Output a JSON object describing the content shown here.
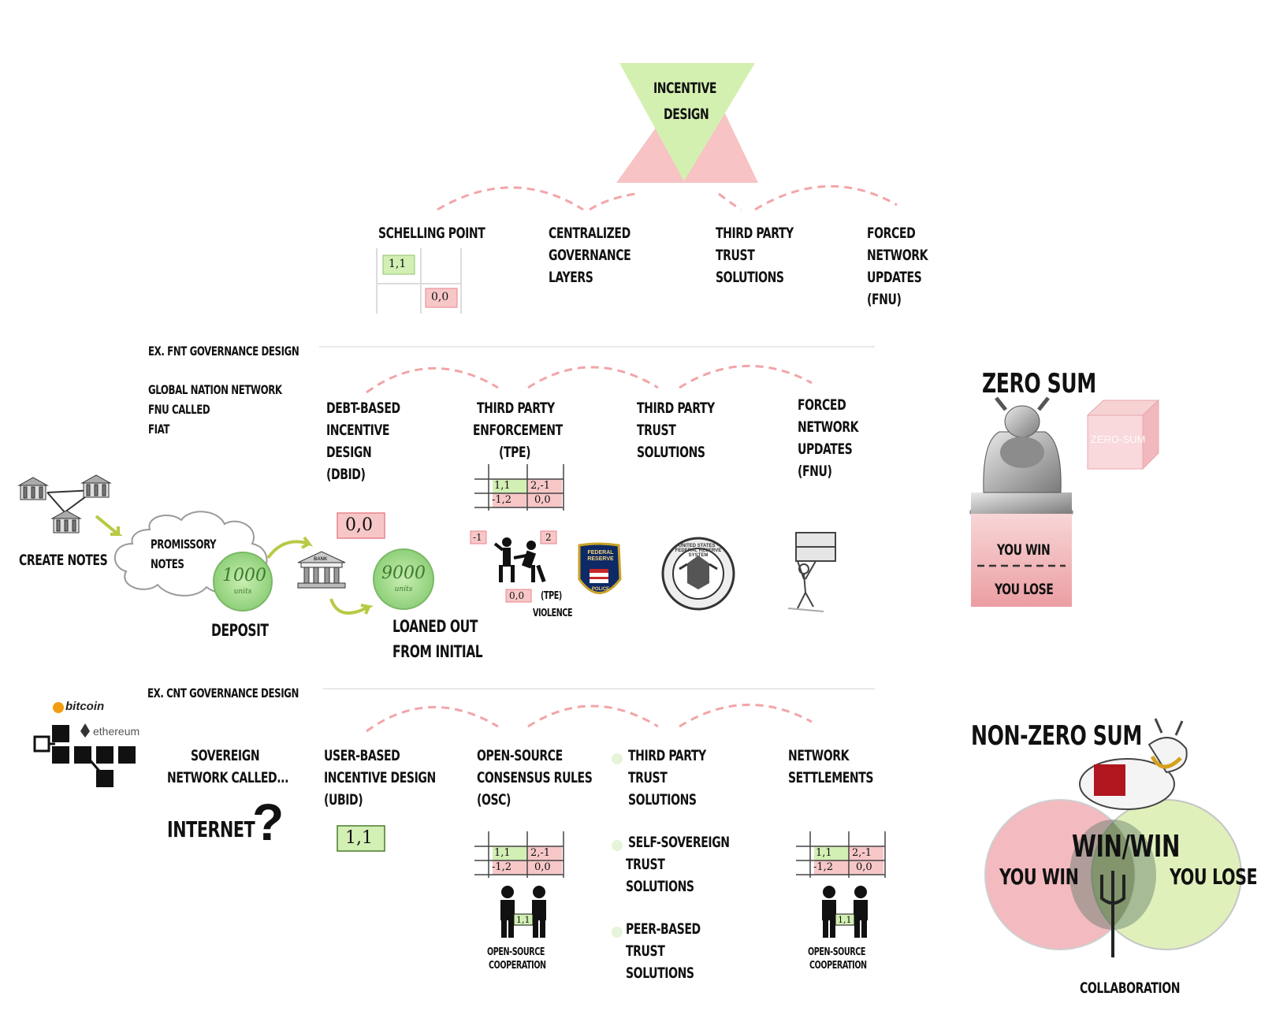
{
  "top": {
    "title_line1": "INCENTIVE",
    "title_line2": "DESIGN",
    "items": [
      {
        "lines": [
          "SCHELLING POINT"
        ]
      },
      {
        "lines": [
          "CENTRALIZED",
          "GOVERNANCE",
          "LAYERS"
        ]
      },
      {
        "lines": [
          "THIRD PARTY",
          "TRUST",
          "SOLUTIONS"
        ]
      },
      {
        "lines": [
          "FORCED",
          "NETWORK",
          "UPDATES",
          "(FNU)"
        ]
      }
    ],
    "schelling_cells": [
      "1,1",
      "0,0"
    ]
  },
  "fnt": {
    "header": "EX. FNT GOVERNANCE DESIGN",
    "intro_lines": [
      "GLOBAL NATION NETWORK",
      "FNU CALLED",
      "FIAT"
    ],
    "columns": [
      {
        "lines": [
          "DEBT-BASED",
          "INCENTIVE",
          "DESIGN",
          "(DBID)"
        ]
      },
      {
        "lines": [
          "THIRD PARTY",
          "ENFORCEMENT",
          "(TPE)"
        ]
      },
      {
        "lines": [
          "THIRD PARTY",
          "TRUST",
          "SOLUTIONS"
        ]
      },
      {
        "lines": [
          "FORCED",
          "NETWORK",
          "UPDATES",
          "(FNU)"
        ]
      }
    ],
    "dbid_box": "0,0",
    "matrix": [
      "1,1",
      "2,-1",
      "-1,2",
      "0,0"
    ],
    "create_notes": "CREATE NOTES",
    "promissory_lines": [
      "PROMISSORY",
      "NOTES"
    ],
    "coin1_value": "1000",
    "coin1_unit": "units",
    "coin2_value": "9000",
    "coin2_unit": "units",
    "bank_label": "BANK",
    "deposit": "DEPOSIT",
    "loaned_lines": [
      "LOANED OUT",
      "FROM INITIAL"
    ],
    "tpe_neg": "-1",
    "tpe_pos": "2",
    "tpe_zero": "0,0",
    "tpe_label": "(TPE)",
    "violence": "VIOLENCE",
    "badge_lines": [
      "FEDERAL",
      "RESERVE",
      "POLICE"
    ],
    "seal_text": "UNITED STATES · FEDERAL RESERVE SYSTEM"
  },
  "cnt": {
    "header": "EX. CNT GOVERNANCE DESIGN",
    "bitcoin": "bitcoin",
    "ethereum": "ethereum",
    "sovereign_lines": [
      "SOVEREIGN",
      "NETWORK CALLED..."
    ],
    "internet": "INTERNET",
    "question": "?",
    "columns": [
      {
        "lines": [
          "USER-BASED",
          "INCENTIVE DESIGN",
          "(UBID)"
        ]
      },
      {
        "lines": [
          "OPEN-SOURCE",
          "CONSENSUS RULES",
          "(OSC)"
        ]
      },
      {
        "lines": [
          "NETWORK",
          "SETTLEMENTS"
        ]
      }
    ],
    "trust_list": [
      {
        "lines": [
          "THIRD PARTY",
          "TRUST",
          "SOLUTIONS"
        ]
      },
      {
        "lines": [
          "SELF-SOVEREIGN",
          "TRUST",
          "SOLUTIONS"
        ]
      },
      {
        "lines": [
          "PEER-BASED",
          "TRUST",
          "SOLUTIONS"
        ]
      }
    ],
    "ubid_box": "1,1",
    "matrix": [
      "1,1",
      "2,-1",
      "-1,2",
      "0,0"
    ],
    "coop_cell": "1,1",
    "coop_lines": [
      "OPEN-SOURCE",
      "COOPERATION"
    ]
  },
  "zero_sum": {
    "title": "ZERO SUM",
    "cube_text": "ZERO-SUM",
    "win": "YOU WIN",
    "lose": "YOU LOSE"
  },
  "non_zero_sum": {
    "title": "NON-ZERO SUM",
    "you_win": "YOU WIN",
    "win_win": "WIN/WIN",
    "you_lose": "YOU LOSE",
    "collaboration": "COLLABORATION"
  },
  "colors": {
    "green": "#d2efb4",
    "green_border": "#8fc36a",
    "pink": "#f7c7c8",
    "pink_border": "#e8838a",
    "arc": "#f2a5a8",
    "dark_green": "#2e6b2a"
  }
}
